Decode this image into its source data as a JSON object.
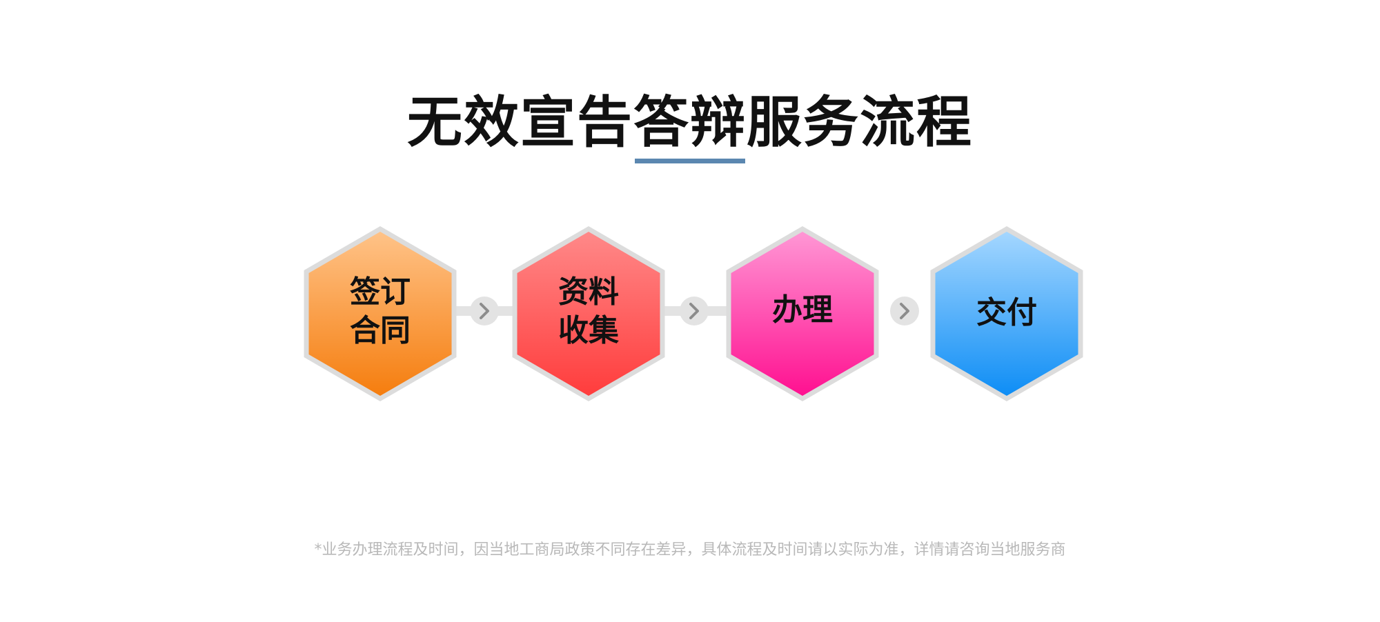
{
  "title": "无效宣告答辩服务流程",
  "steps": [
    {
      "line1": "签订",
      "line2": "合同",
      "color_top": "#ffc48a",
      "color_bottom": "#f57c0c"
    },
    {
      "line1": "资料",
      "line2": "收集",
      "color_top": "#ff8a8a",
      "color_bottom": "#ff3b3b"
    },
    {
      "line1": "办理",
      "line2": "",
      "color_top": "#ff99d6",
      "color_bottom": "#ff0e8f"
    },
    {
      "line1": "交付",
      "line2": "",
      "color_top": "#a7d8ff",
      "color_bottom": "#0b8cf5"
    }
  ],
  "footnote": "*业务办理流程及时间，因当地工商局政策不同存在差异，具体流程及时间请以实际为准，详情请咨询当地服务商",
  "colors": {
    "underline": "#5b87b0",
    "hex_border": "#dcdcdc",
    "connector": "#e3e3e3",
    "arrow": "#8c8c8c"
  }
}
